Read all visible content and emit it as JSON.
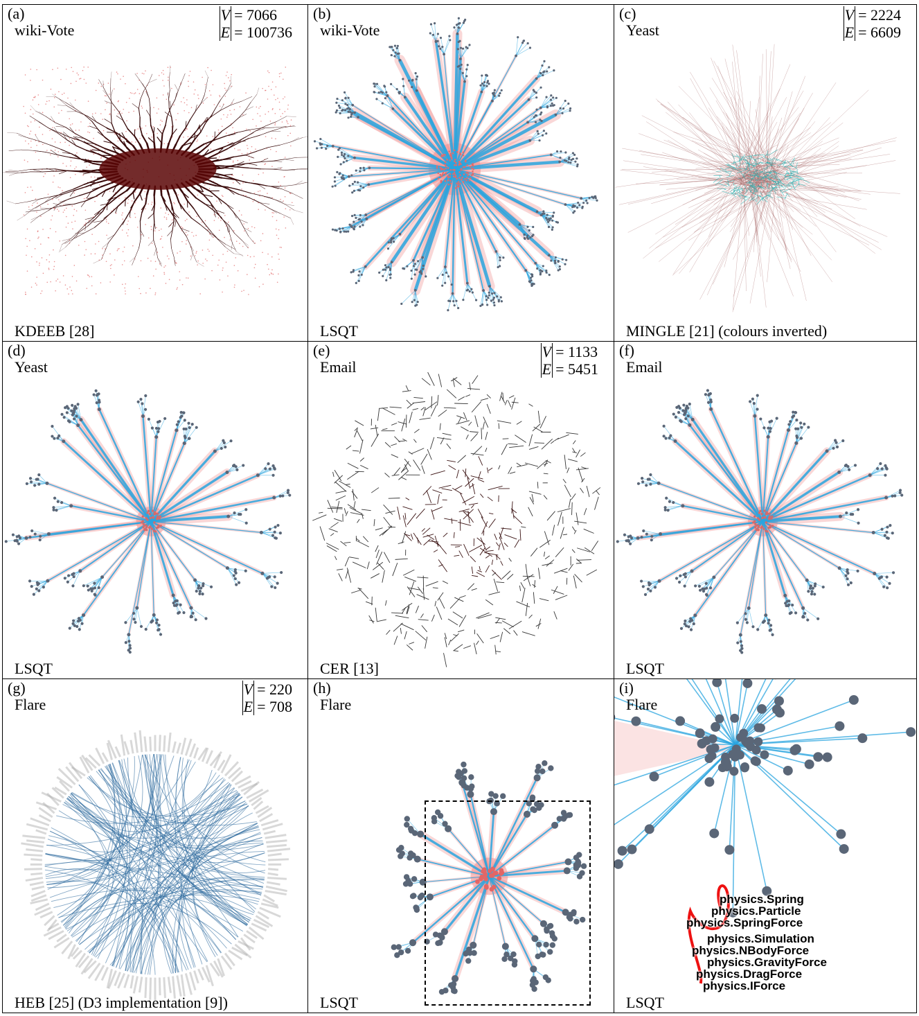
{
  "panels": [
    {
      "label": "(a)",
      "dataset": "wiki-Vote",
      "method": "KDEEB [28]",
      "style": "kdeeb",
      "stats": {
        "v_sym": "V",
        "v_val": "= 7066",
        "e_sym": "E",
        "e_val": "= 100736"
      }
    },
    {
      "label": "(b)",
      "dataset": "wiki-Vote",
      "method": "LSQT",
      "style": "lsqt-big"
    },
    {
      "label": "(c)",
      "dataset": "Yeast",
      "method": "MINGLE [21] (colours inverted)",
      "style": "mingle",
      "stats": {
        "v_sym": "V",
        "v_val": "= 2224",
        "e_sym": "E",
        "e_val": "= 6609"
      }
    },
    {
      "label": "(d)",
      "dataset": "Yeast",
      "method": "LSQT",
      "style": "lsqt-mid"
    },
    {
      "label": "(e)",
      "dataset": "Email",
      "method": "CER [13]",
      "style": "cer",
      "stats": {
        "v_sym": "V",
        "v_val": "= 1133",
        "e_sym": "E",
        "e_val": "= 5451"
      }
    },
    {
      "label": "(f)",
      "dataset": "Email",
      "method": "LSQT",
      "style": "lsqt-mid"
    },
    {
      "label": "(g)",
      "dataset": "Flare",
      "method": "HEB [25] (D3 implementation [9])",
      "style": "heb",
      "stats": {
        "v_sym": "V",
        "v_val": "= 220",
        "e_sym": "E",
        "e_val": "= 708"
      }
    },
    {
      "label": "(h)",
      "dataset": "Flare",
      "method": "LSQT",
      "style": "lsqt-flare"
    },
    {
      "label": "(i)",
      "dataset": "Flare",
      "method": "LSQT",
      "style": "lsqt-zoom",
      "node_labels": [
        "physics.Spring",
        "physics.Particle",
        "physics.SpringForce",
        "physics.Simulation",
        "physics.NBodyForce",
        "physics.GravityForce",
        "physics.DragForce",
        "physics.IForce"
      ]
    }
  ],
  "colors": {
    "edge_blue": "#2aa5df",
    "halo_red": "#f08f8f",
    "node_grey": "#5a6677",
    "kdeeb_dark": "#3a0c0c",
    "kdeeb_dot": "#e06060",
    "mingle_edge": "#a86a6a",
    "mingle_core": "#22b5b5",
    "heb_blue": "#2f6a9e",
    "heb_label": "#aaaaaa",
    "highlight": "#ee1111"
  }
}
